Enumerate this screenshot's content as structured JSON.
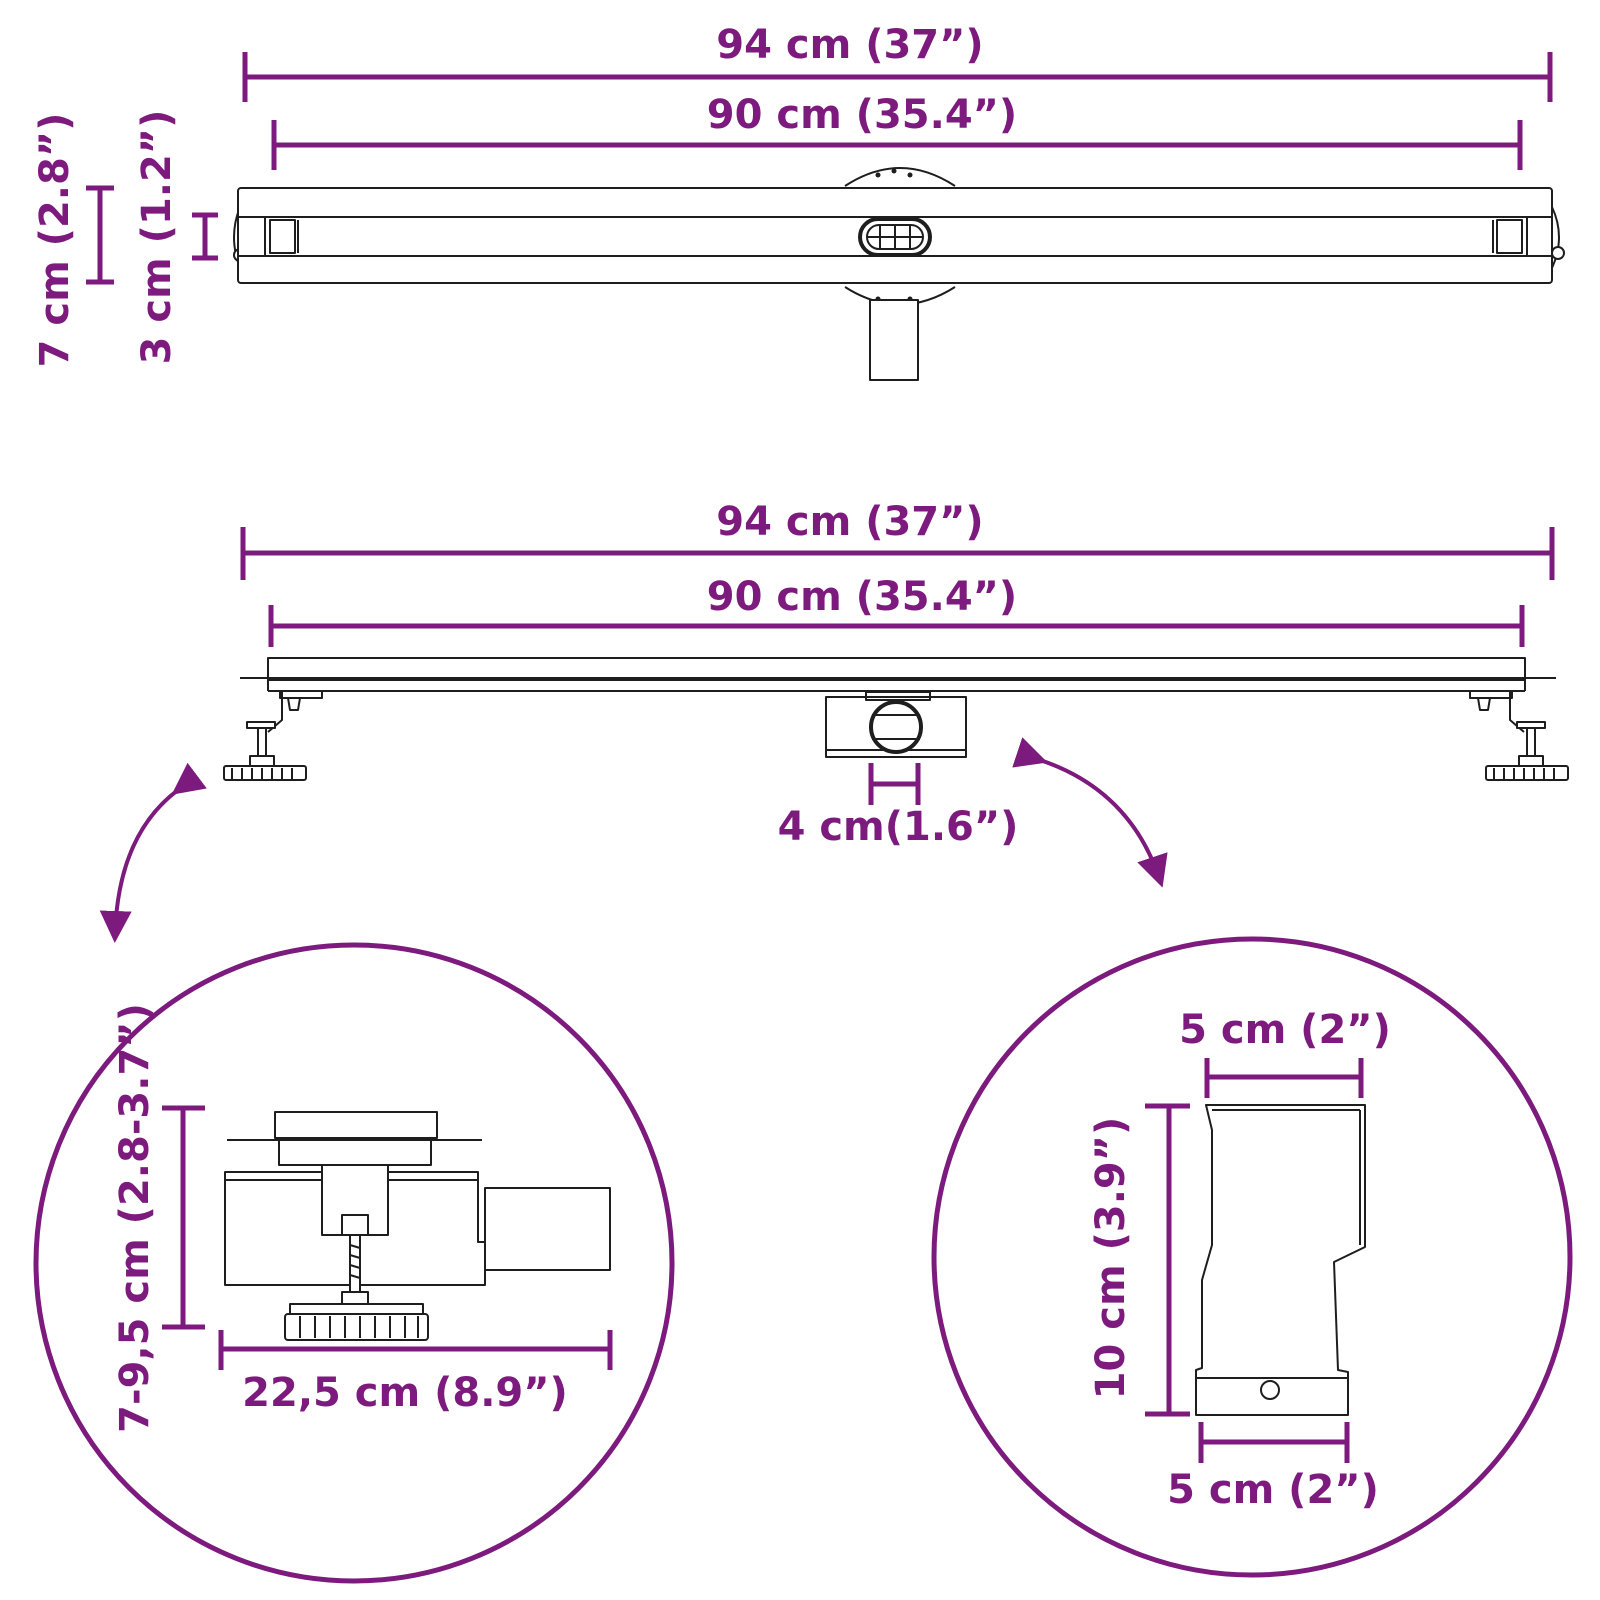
{
  "colors": {
    "dimension": "#7d1a7d",
    "line": "#1e1e1e",
    "background": "#ffffff"
  },
  "top_view": {
    "overall_length": "94 cm (37”)",
    "grate_length": "90 cm (35.4”)",
    "overall_width": "7 cm (2.8”)",
    "channel_width": "3 cm (1.2”)"
  },
  "side_view": {
    "overall_length": "94 cm (37”)",
    "grate_length": "90 cm (35.4”)",
    "outlet_diameter": "4 cm(1.6”)"
  },
  "detail_left": {
    "height_range": "7-9,5 cm (2.8-3.7”)",
    "length": "22,5 cm (8.9”)"
  },
  "detail_right": {
    "top_width": "5 cm (2”)",
    "height": "10 cm (3.9”)",
    "bottom_width": "5 cm (2”)"
  }
}
